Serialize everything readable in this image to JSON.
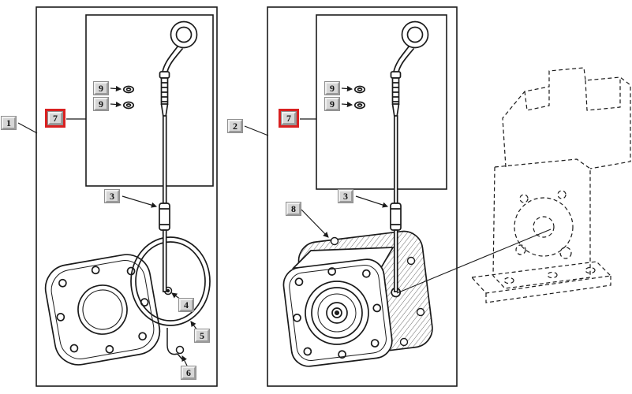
{
  "figure": {
    "type": "exploded-parts-diagram",
    "line_color": "#1b1b1b",
    "highlight_color": "#d92121",
    "callouts": [
      {
        "id": "ref-1",
        "label": "1",
        "highlighted": false
      },
      {
        "id": "subassembly-7-left",
        "label": "7",
        "highlighted": true
      },
      {
        "id": "washer-9-left-top",
        "label": "9",
        "highlighted": false
      },
      {
        "id": "washer-9-left-bot",
        "label": "9",
        "highlighted": false
      },
      {
        "id": "tube-3-left",
        "label": "3",
        "highlighted": false
      },
      {
        "id": "bolt-4",
        "label": "4",
        "highlighted": false
      },
      {
        "id": "oring-5",
        "label": "5",
        "highlighted": false
      },
      {
        "id": "clip-6",
        "label": "6",
        "highlighted": false
      },
      {
        "id": "ref-2",
        "label": "2",
        "highlighted": false
      },
      {
        "id": "subassembly-7-right",
        "label": "7",
        "highlighted": true
      },
      {
        "id": "washer-9-right-top",
        "label": "9",
        "highlighted": false
      },
      {
        "id": "washer-9-right-bot",
        "label": "9",
        "highlighted": false
      },
      {
        "id": "tube-3-right",
        "label": "3",
        "highlighted": false
      },
      {
        "id": "gasket-8",
        "label": "8",
        "highlighted": false
      }
    ]
  }
}
